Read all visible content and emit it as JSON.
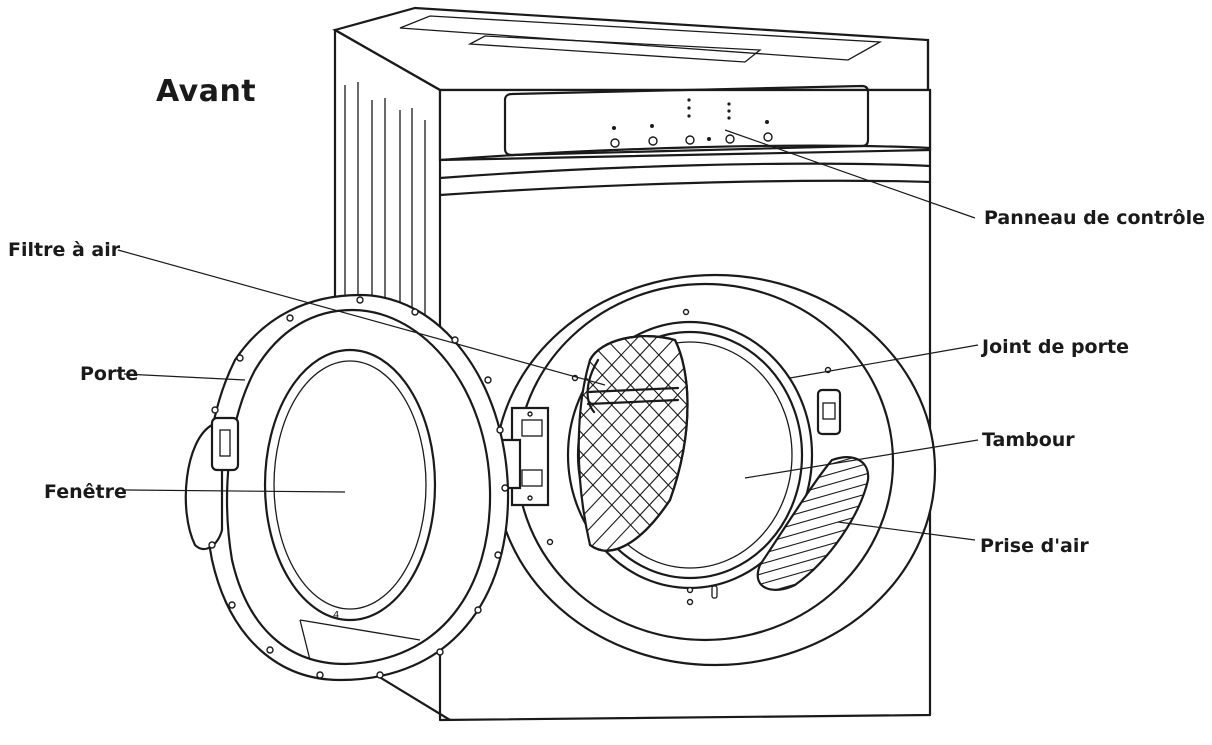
{
  "title": "Avant",
  "labels": {
    "control_panel": "Panneau de contrôle",
    "air_filter": "Filtre à air",
    "door_gasket": "Joint de porte",
    "door": "Porte",
    "drum": "Tambour",
    "window": "Fenêtre",
    "air_intake": "Prise d'air"
  },
  "colors": {
    "line": "#1a1a1a",
    "background": "#ffffff"
  }
}
